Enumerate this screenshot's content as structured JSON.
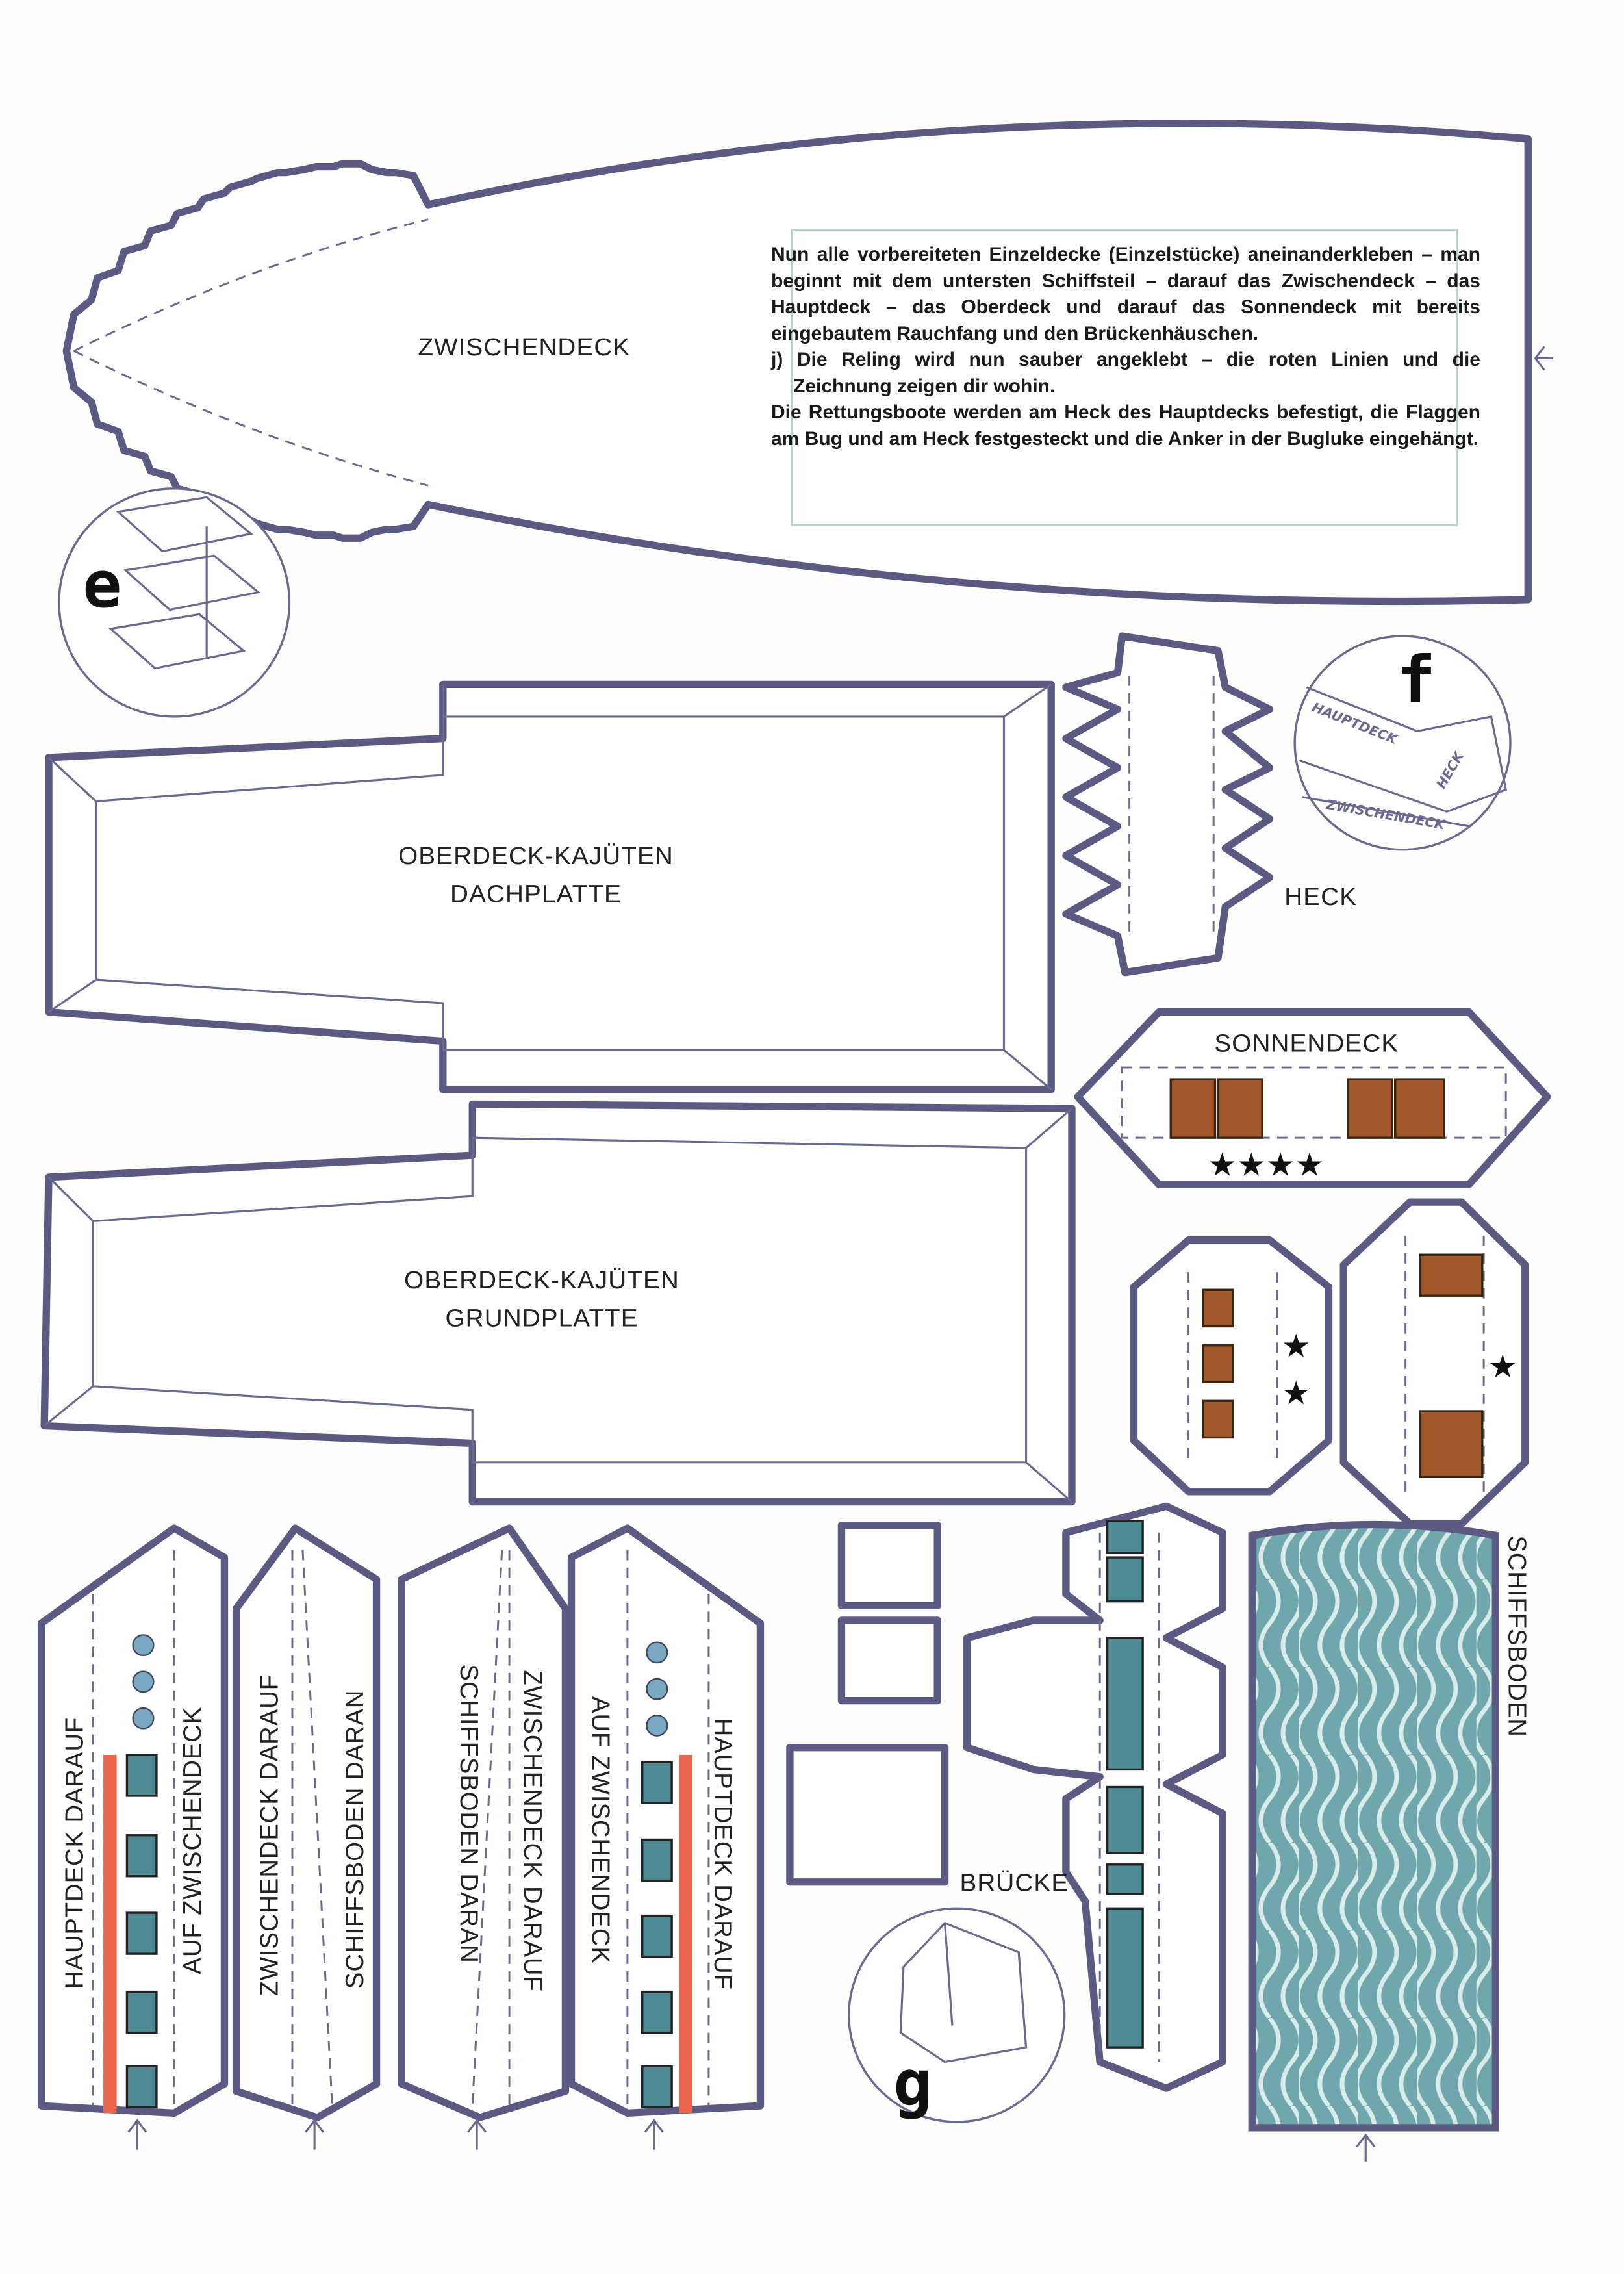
{
  "parts": {
    "zwischendeck": "ZWISCHENDECK",
    "dachplatte": {
      "line1": "OBERDECK-KAJÜTEN",
      "line2": "DACHPLATTE"
    },
    "grundplatte": {
      "line1": "OBERDECK-KAJÜTEN",
      "line2": "GRUNDPLATTE"
    },
    "heck": "HECK",
    "sonnendeck": "SONNENDECK",
    "bruecke": "BRÜCKE",
    "schiffsboden": "SCHIFFSBODEN"
  },
  "side_strips": [
    {
      "a": "HAUPTDECK DARAUF",
      "b": "AUF ZWISCHENDECK"
    },
    {
      "a": "ZWISCHENDECK DARAUF",
      "b": "SCHIFFSBODEN DARAN"
    },
    {
      "a": "SCHIFFSBODEN DARAN",
      "b": "ZWISCHENDECK DARAUF"
    },
    {
      "a": "AUF ZWISCHENDECK",
      "b": "HAUPTDECK DARAUF"
    }
  ],
  "steps": {
    "e": "e",
    "f": {
      "letter": "f",
      "hauptdeck": "HAUPTDECK",
      "heck": "HECK",
      "zwischendeck": "ZWISCHENDECK"
    },
    "g": "g"
  },
  "instructions": {
    "p1": "Nun alle vorbereiteten Einzeldecke (Einzelstücke) aneinanderkleben – man beginnt mit dem untersten Schiffsteil – darauf das Zwischendeck – das Hauptdeck – das Oberdeck und darauf das Sonnendeck mit bereits eingebautem Rauchfang und den Brückenhäuschen.",
    "p2": "j) Die Reling wird nun sauber angeklebt – die roten Linien und die Zeichnung zeigen dir wohin.",
    "p3": "Die Rettungsboote werden am Heck des Hauptdecks befestigt, die Flaggen am Bug und am Heck festgesteckt und die Anker in der Bugluke eingehängt."
  },
  "colors": {
    "outline": "#5b5a82",
    "window": "#4e8b95",
    "cabin": "#a0582a",
    "rail": "#e8644a",
    "water": "#5f9ea6"
  }
}
